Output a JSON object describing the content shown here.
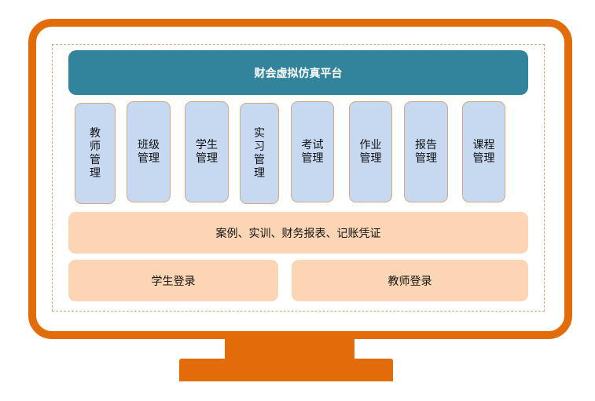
{
  "title": "财会虚拟仿真平台",
  "modules": [
    {
      "label": "教师管理",
      "vertical": true
    },
    {
      "label": "班级管理",
      "vertical": false
    },
    {
      "label": "学生管理",
      "vertical": false
    },
    {
      "label": "实习管理",
      "vertical": true
    },
    {
      "label": "考试管理",
      "vertical": false
    },
    {
      "label": "作业管理",
      "vertical": false
    },
    {
      "label": "报告管理",
      "vertical": false
    },
    {
      "label": "课程管理",
      "vertical": false
    }
  ],
  "resources": "案例、实训、财务报表、记账凭证",
  "logins": {
    "student": "学生登录",
    "teacher": "教师登录"
  },
  "colors": {
    "frame": "#e36c0a",
    "title_bg": "#31849b",
    "module_bg": "#c6d9f1",
    "peach": "#fcd5b5"
  }
}
